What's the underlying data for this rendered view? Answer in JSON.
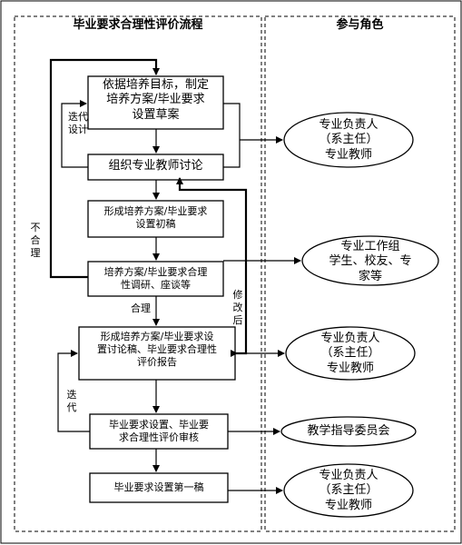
{
  "panels": {
    "left_title": "毕业要求合理性评价流程",
    "right_title": "参与角色"
  },
  "steps": [
    "依据培养目标，制定\n培养方案/毕业要求\n设置草案",
    "组织专业教师讨论",
    "形成培养方案/毕业要求\n设置初稿",
    "培养方案/毕业要求合理\n性调研、座谈等",
    "形成培养方案/毕业要求设\n置讨论稿、毕业要求合理性\n评价报告",
    "毕业要求设置、毕业要\n求合理性评价审核",
    "毕业要求设置第一稿"
  ],
  "roles": [
    "专业负责人\n（系主任）\n专业教师",
    "专业工作组\n学生、校友、专\n家等",
    "专业负责人\n（系主任）\n专业教师",
    "教学指导委员会",
    "专业负责人\n（系主任）\n专业教师"
  ],
  "labels": {
    "iterate_design": "迭代\n设计",
    "unreasonable": "不\n合\n理",
    "reasonable": "合理",
    "after_revision": "修\n改\n后",
    "iterate": "迭\n代"
  }
}
